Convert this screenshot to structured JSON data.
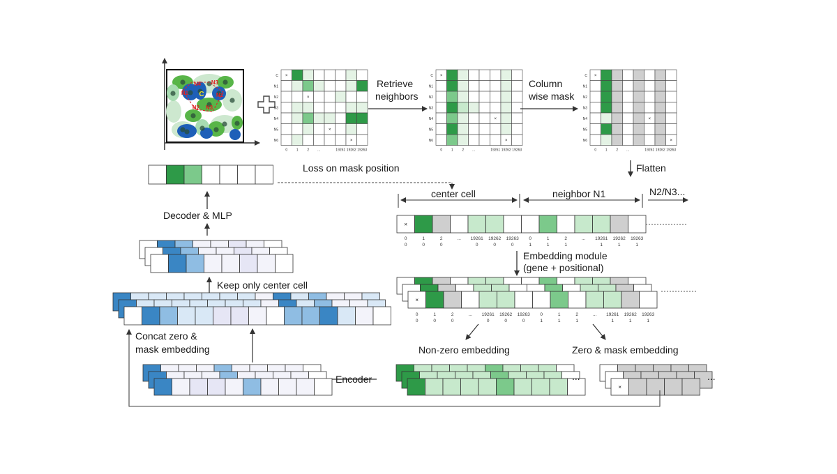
{
  "labels": {
    "retrieve_neighbors": [
      "Retrieve",
      "neighbors"
    ],
    "column_wise_mask": [
      "Column",
      "wise mask"
    ],
    "flatten": "Flatten",
    "loss_on_mask_position": "Loss on mask position",
    "center_cell": "center cell",
    "neighbor_n1": "neighbor N1",
    "n2_n3": "N2/N3...",
    "decoder_mlp": "Decoder & MLP",
    "embedding_module": [
      "Embedding module",
      "(gene + positional)"
    ],
    "keep_only_center_cell": "Keep only center cell",
    "concat_zero_mask": [
      "Concat zero &",
      "mask embedding"
    ],
    "non_zero_embedding": "Non-zero embedding",
    "zero_mask_embedding": "Zero & mask embedding",
    "encoder": "Encoder",
    "tissue_labels": [
      "N4",
      "N3",
      "C",
      "N1",
      "N2"
    ],
    "mask_symbol": "×"
  },
  "matrices": {
    "row_labels": [
      "C",
      "N1",
      "N2",
      "N3",
      "N4",
      "N5",
      "N6"
    ],
    "col_labels": [
      "0",
      "1",
      "2",
      "...",
      "19261",
      "19262",
      "19263"
    ]
  },
  "flat_sequence": {
    "index_top": [
      "0",
      "1",
      "2",
      "...",
      "19261",
      "19262",
      "19263",
      "0",
      "1",
      "2",
      "...",
      "19261",
      "19262",
      "19263"
    ],
    "index_bottom": [
      "0",
      "0",
      "0",
      "",
      "0",
      "0",
      "0",
      "1",
      "1",
      "1",
      "",
      "1",
      "1",
      "1"
    ]
  },
  "colors": {
    "green_dark": "#2e9a48",
    "green_mid": "#7cc98b",
    "green_light": "#e4f3e5",
    "gray_mask": "#cfcfcf",
    "blue_dark": "#3a86c4",
    "blue_mid": "#8fbde3",
    "purple_light": "#e6e6f5",
    "line": "#333333"
  }
}
